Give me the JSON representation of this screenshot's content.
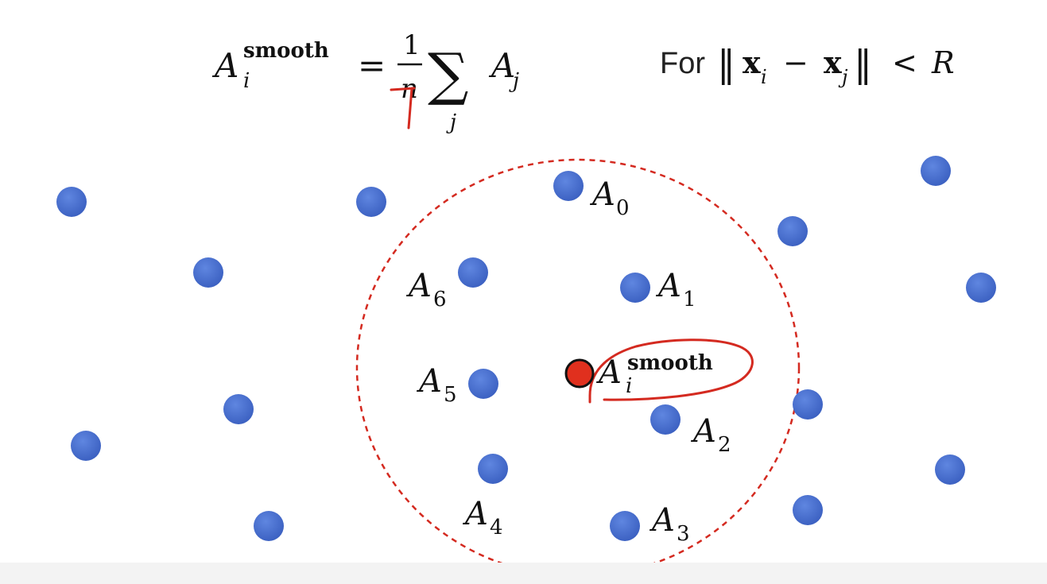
{
  "formula": {
    "lhs_symbol": "A",
    "lhs_subscript": "i",
    "lhs_superscript": "smooth",
    "equals": "=",
    "numerator": "1",
    "denominator": "n",
    "sum_symbol": "∑",
    "sum_index": "j",
    "summand_symbol": "A",
    "summand_subscript": "j"
  },
  "condition": {
    "prefix": "For",
    "norm_open": "‖",
    "x_symbol": "x",
    "i": "i",
    "minus": "−",
    "j": "j",
    "norm_close": "‖",
    "less_than": "<",
    "radius": "R"
  },
  "center_point": {
    "symbol": "A",
    "subscript": "i",
    "superscript": "smooth"
  },
  "neighbors": [
    {
      "symbol": "A",
      "index": "0"
    },
    {
      "symbol": "A",
      "index": "1"
    },
    {
      "symbol": "A",
      "index": "2"
    },
    {
      "symbol": "A",
      "index": "3"
    },
    {
      "symbol": "A",
      "index": "4"
    },
    {
      "symbol": "A",
      "index": "5"
    },
    {
      "symbol": "A",
      "index": "6"
    }
  ],
  "colors": {
    "point_fill": "#4a6fcb",
    "point_shade": "#3558b8",
    "center_fill": "#e0301e",
    "circle_stroke": "#d42a20",
    "annotation_ink": "#d42a20"
  }
}
